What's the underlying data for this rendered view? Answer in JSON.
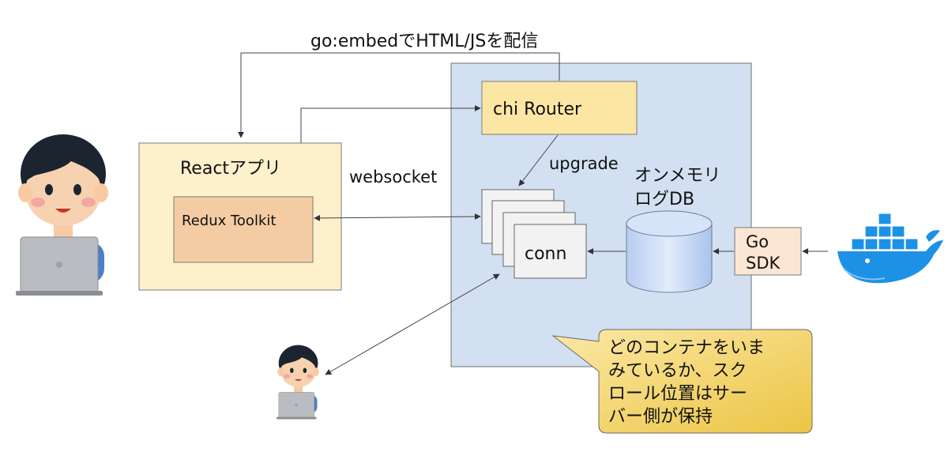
{
  "labels": {
    "embed": "go:embedでHTML/JSを配信",
    "chi_router": "chi Router",
    "react_app": "Reactアプリ",
    "redux": "Redux Toolkit",
    "websocket": "websocket",
    "upgrade": "upgrade",
    "memdb_line1": "オンメモリ",
    "memdb_line2": "ログDB",
    "conn": "conn",
    "go_sdk_line1": "Go",
    "go_sdk_line2": "SDK",
    "callout_lines": [
      "どのコンテナをいま",
      "みているか、スク",
      "ロール位置はサー",
      "バー側が保持"
    ]
  },
  "colors": {
    "server_bg": "#d2e0f1",
    "server_border": "#6f6f6f",
    "router_bg": "#fce6a4",
    "react_bg": "#fdf1cc",
    "redux_bg": "#f4cca4",
    "db_fill": "#c9daf8",
    "sdk_bg": "#fbe6d4",
    "callout_fill": "#f5d674",
    "docker_blue": "#1d91e6"
  },
  "icons": {
    "user_large": "person-laptop-icon",
    "user_small": "person-laptop-icon",
    "docker": "docker-whale-icon"
  }
}
